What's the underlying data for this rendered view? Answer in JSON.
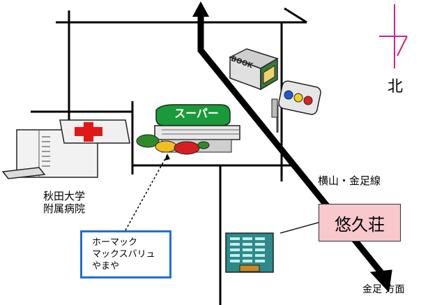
{
  "hospital": {
    "line1": "秋田大学",
    "line2": "附属病院"
  },
  "shops": {
    "items": [
      "ホーマック",
      "マックスバリュ",
      "やまや"
    ]
  },
  "destination": {
    "name": "悠久荘"
  },
  "route": {
    "name": "横山・金足線",
    "direction": "金足 方面"
  },
  "compass": {
    "north": "北"
  },
  "landmarks": {
    "supermarket": "スーパー",
    "bookstore": "BOOK"
  },
  "colors": {
    "destination_fill": "#f8c8cc",
    "shops_border": "#1e6fd9",
    "cross": "#e01818",
    "compass_line": "#d0208a",
    "supermarket_sign": "#1a9a3a"
  }
}
